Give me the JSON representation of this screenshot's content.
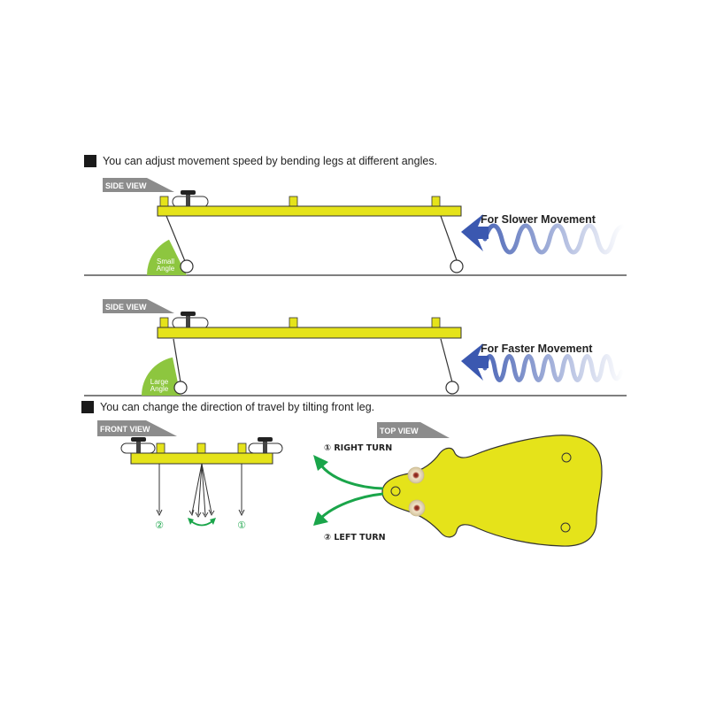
{
  "section1": {
    "heading": "You can adjust movement speed by bending legs at different angles.",
    "panel_slow": {
      "tag": "SIDE VIEW",
      "angle_line1": "Small",
      "angle_line2": "Angle",
      "callout": "For Slower Movement"
    },
    "panel_fast": {
      "tag": "SIDE VIEW",
      "angle_line1": "Large",
      "angle_line2": "Angle",
      "callout": "For Faster Movement"
    }
  },
  "section2": {
    "heading": "You can change the direction of travel by tilting front leg.",
    "front_view": {
      "tag": "FRONT VIEW",
      "mark_left": "②",
      "mark_right": "①"
    },
    "top_view": {
      "tag": "TOP VIEW",
      "right_turn": "① RIGHT TURN",
      "left_turn": "② LEFT TURN"
    }
  },
  "colors": {
    "body_yellow": "#e5e31a",
    "angle_green": "#8dc63f",
    "arrow_green": "#1aa54a",
    "wave_blue": "#3b58b0",
    "tag_gray": "#8c8c8c"
  }
}
